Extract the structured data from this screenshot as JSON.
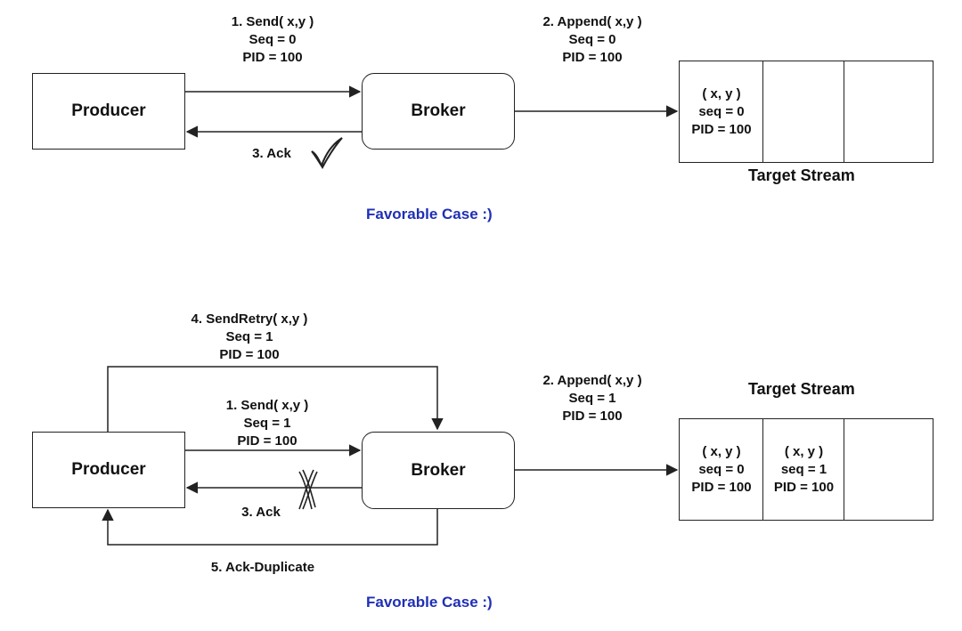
{
  "top": {
    "producer": "Producer",
    "broker": "Broker",
    "send": [
      "1. Send( x,y )",
      "Seq = 0",
      "PID = 100"
    ],
    "append": [
      "2. Append( x,y )",
      "Seq = 0",
      "PID = 100"
    ],
    "ack": "3. Ack",
    "stream_title": "Target Stream",
    "stream_cells": [
      [
        "( x, y )",
        "seq = 0",
        "PID = 100"
      ],
      [],
      []
    ],
    "caption": "Favorable Case :)"
  },
  "bottom": {
    "producer": "Producer",
    "broker": "Broker",
    "retry": [
      "4. SendRetry( x,y )",
      "Seq = 1",
      "PID = 100"
    ],
    "send": [
      "1. Send( x,y )",
      "Seq = 1",
      "PID = 100"
    ],
    "append": [
      "2. Append( x,y )",
      "Seq = 1",
      "PID = 100"
    ],
    "ack": "3. Ack",
    "ack_duplicate": "5. Ack-Duplicate",
    "stream_title": "Target Stream",
    "stream_cells": [
      [
        "( x, y )",
        "seq = 0",
        "PID = 100"
      ],
      [
        "( x, y )",
        "seq = 1",
        "PID = 100"
      ],
      []
    ],
    "caption": "Favorable Case :)"
  },
  "colors": {
    "caption": "#1f2fb5",
    "line": "#222222"
  },
  "icons": {
    "ack_ok": "checkmark-icon",
    "ack_lost": "cross-icon"
  }
}
